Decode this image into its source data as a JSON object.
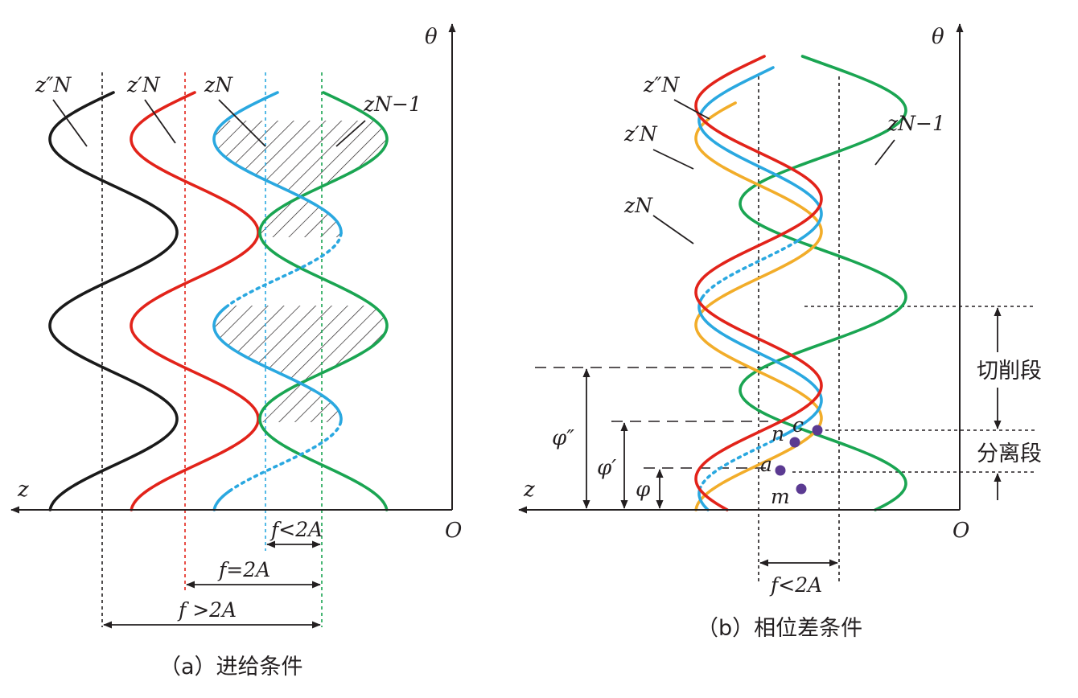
{
  "colors": {
    "ink": "#231f20",
    "black": "#1a1a1a",
    "red": "#e2231a",
    "green": "#1aa552",
    "blue": "#2aa8e0",
    "orange": "#f2ad2a",
    "point": "#5b3a92"
  },
  "panel_a": {
    "axis_theta": "θ",
    "axis_z": "z",
    "origin": "O",
    "curve_labels": {
      "zN_double": "z″N",
      "zN_prime": "z′N",
      "zN": "zN",
      "zN_minus1": "zN−1"
    },
    "dim_f_lt": "f<2A",
    "dim_f_eq": "f=2A",
    "dim_f_gt": "f >2A",
    "caption": "（a）进给条件"
  },
  "panel_b": {
    "axis_theta": "θ",
    "axis_z": "z",
    "origin": "O",
    "curve_labels": {
      "zN_double": "z″N",
      "zN_prime": "z′N",
      "zN": "zN",
      "zN_minus1": "zN−1"
    },
    "phi_double": "φ″",
    "phi_prime": "φ′",
    "phi": "φ",
    "points": [
      "n",
      "c",
      "a",
      "m"
    ],
    "segment_cut": "切削段",
    "segment_sep": "分离段",
    "dim_f_lt": "f<2A",
    "caption": "（b）相位差条件"
  }
}
